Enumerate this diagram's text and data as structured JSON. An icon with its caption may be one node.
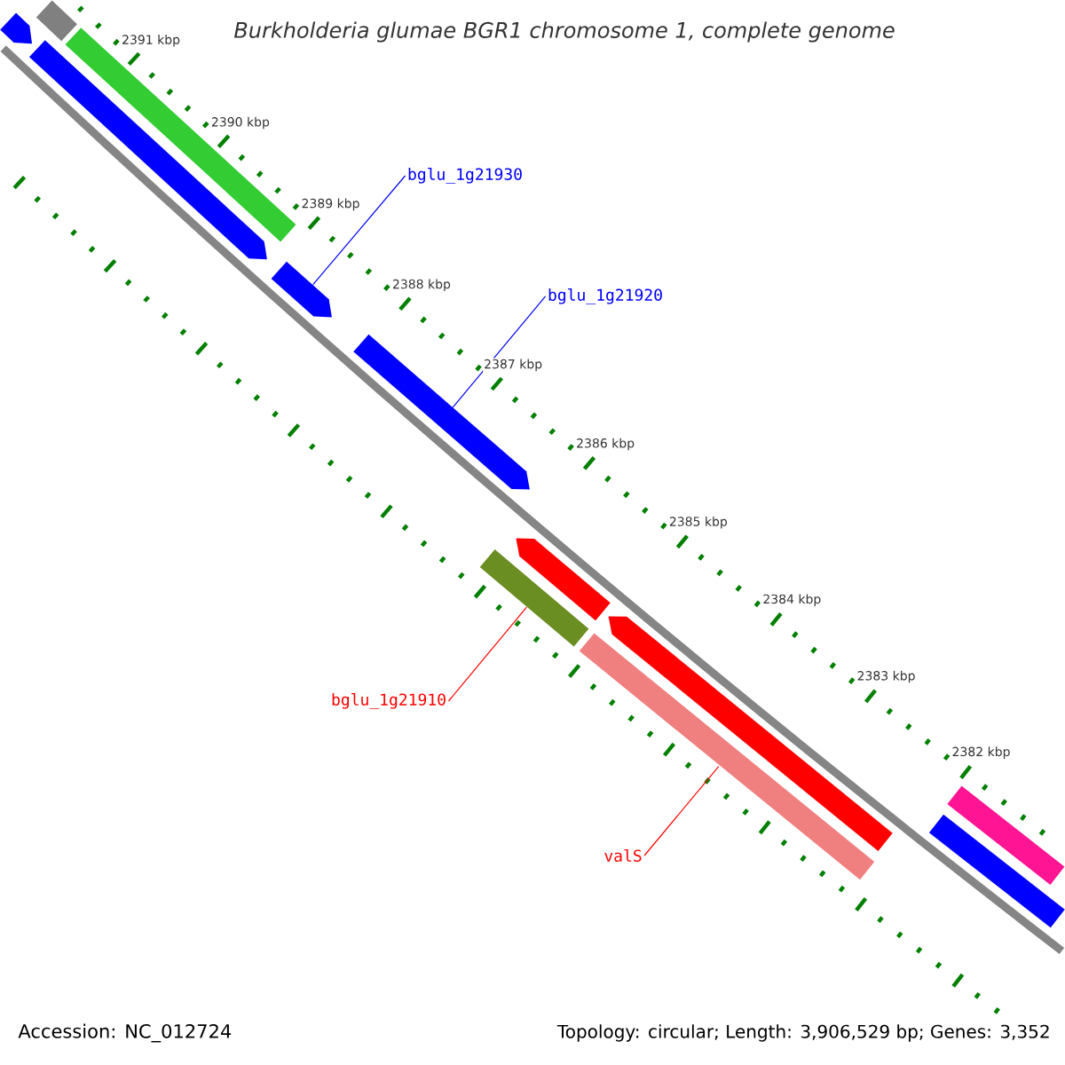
{
  "diagram": {
    "title": "Burkholderia glumae BGR1 chromosome 1, complete genome",
    "nodes": [
      {
        "text": [],
        "shape": "bar"
      },
      {
        "text": [],
        "shape": "bar"
      },
      {
        "text": [],
        "shape": "bar"
      },
      {
        "text": [],
        "shape": "bar"
      },
      {
        "text": [
          "bglu_1g21930"
        ]
      },
      {
        "text": [],
        "shape": "bar"
      },
      {
        "text": [
          "bglu_1g21920"
        ]
      },
      {
        "text": [],
        "shape": "bar"
      },
      {
        "text": [],
        "shape": "bar"
      },
      {
        "text": [],
        "shape": "bar"
      },
      {
        "text": [
          "bglu_1g21910"
        ]
      },
      {
        "text": [],
        "shape": "bar"
      },
      {
        "text": [],
        "shape": "bar"
      },
      {
        "text": [
          "valS"
        ]
      },
      {
        "text": [],
        "shape": "bar"
      },
      {
        "text": [],
        "shape": "bar"
      }
    ],
    "edges": [
      {
        "from": 4,
        "to": 5,
        "arrow": "none",
        "color": "#0000ff"
      },
      {
        "from": 6,
        "to": 7,
        "arrow": "none",
        "color": "#0000ff"
      },
      {
        "from": 10,
        "to": 8,
        "arrow": "none",
        "color": "#ff0000"
      },
      {
        "from": 13,
        "to": 12,
        "arrow": "none",
        "color": "#ff0000"
      }
    ],
    "labels": [
      "2391 kbp",
      "2390 kbp",
      "2389 kbp",
      "2388 kbp",
      "2387 kbp",
      "2386 kbp",
      "2385 kbp",
      "2384 kbp",
      "2383 kbp",
      "2382 kbp",
      "Accession: NC_012724",
      "Topology: circular; Length: 3,906,529 bp; Genes: 3,352"
    ]
  }
}
